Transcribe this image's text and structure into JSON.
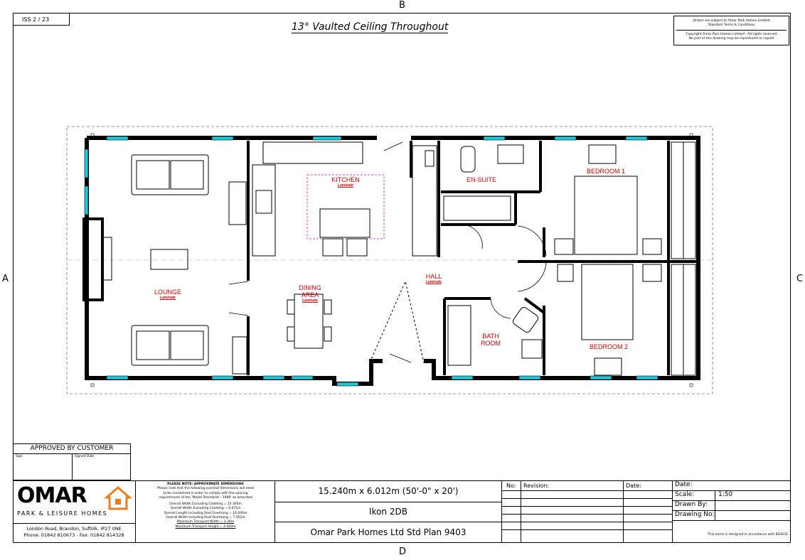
{
  "edge_labels": {
    "top": "B",
    "bottom": "D",
    "left": "A",
    "right": "C"
  },
  "sheet_ref": "ISS 2 / 23",
  "drawing_title": "13° Vaulted Ceiling Throughout",
  "copyright": {
    "line1": "Orders are subject to Omar Park Homes Limited",
    "line2": "Standard Terms & Conditions",
    "line3": "Copyright Omar Park Homes Limited - All rights reserved",
    "line4": "No part of this drawing may be reproduced or copied"
  },
  "rooms": {
    "lounge": {
      "name": "LOUNGE",
      "floor": "Laminate"
    },
    "kitchen": {
      "name": "KITCHEN",
      "floor": "Laminate"
    },
    "dining": {
      "name": "DINING AREA",
      "floor": "Laminate"
    },
    "hall": {
      "name": "HALL",
      "floor": "Laminate"
    },
    "ensuite": {
      "name": "EN-SUITE"
    },
    "bathroom": {
      "name": "BATH ROOM"
    },
    "bedroom1": {
      "name": "BEDROOM 1"
    },
    "bedroom2": {
      "name": "BEDROOM 2"
    }
  },
  "approval": {
    "title": "APPROVED BY CUSTOMER",
    "sign": "Sign",
    "signed_date": "Signed Date"
  },
  "logo": {
    "brand": "OMAR",
    "tagline": "PARK & LEISURE HOMES"
  },
  "address": {
    "line1": "London Road, Brandon, Suffolk. IP27 0NE",
    "line2": "Phone: 01842 810673 - Fax: 01842 814328"
  },
  "dimensions_note": {
    "heading": "PLEASE NOTE: APPROXIMATE DIMENSIONS",
    "lines": [
      "Please note that the following overleaf dimensions will need",
      "to be considered in order to comply with the spacing",
      "requirements of the 'Model Standards - 1989' as amended",
      "Overall Width Excluding Cladding = 15.305m",
      "Overall Width Excluding Cladding = 6.071m",
      "Overall Length Including Roof Overhang = 16.044m",
      "Overall Width Including Roof Overhang = 7.052m",
      "Maximum Transport Width = 3.36m",
      "Maximum Transport Height = 4.400m"
    ]
  },
  "plan_info": {
    "size": "15.240m x 6.012m (50'-0\" x 20')",
    "model": "Ikon 2DB",
    "plan": "Omar Park Homes Ltd Std Plan 9403"
  },
  "revision_table": {
    "no": "No:",
    "revision": "Revision:",
    "date": "Date:"
  },
  "drawing_meta": {
    "date_label": "Date:",
    "scale_label": "Scale:",
    "scale_value": "1:50",
    "drawn_by_label": "Drawn By:",
    "drawing_no_label": "Drawing No:",
    "footer": "This home is designed in accordance with BS3632"
  },
  "colors": {
    "room_label": "#e00000",
    "window": "#1ec8d8",
    "dimension": "#e040e0"
  }
}
